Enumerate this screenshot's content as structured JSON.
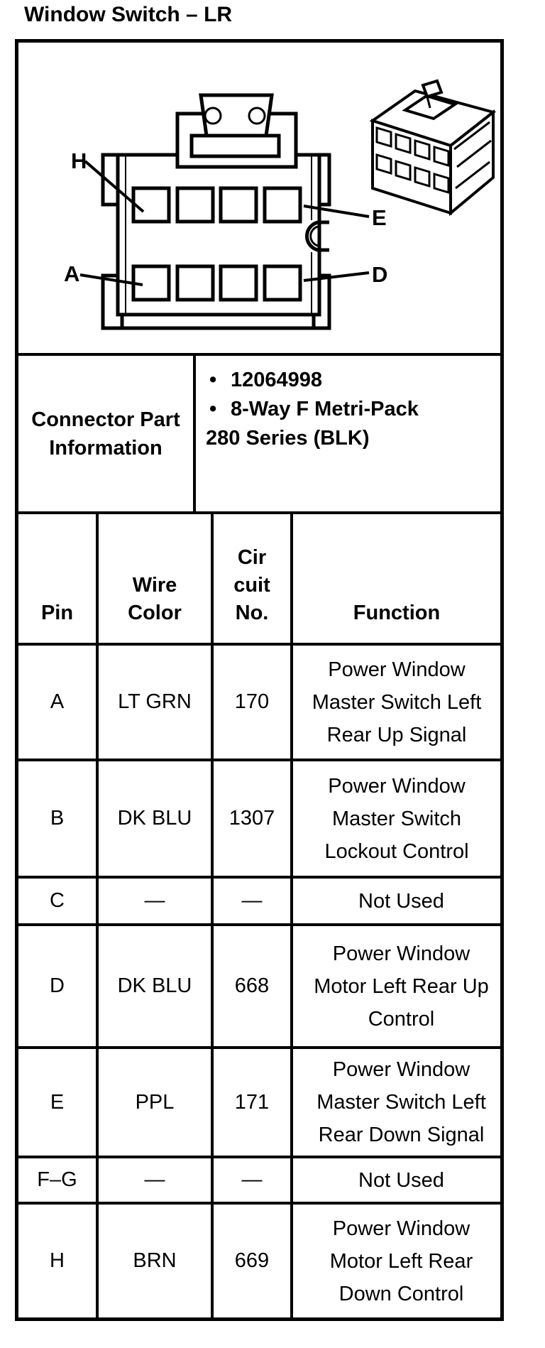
{
  "title": "Window Switch – LR",
  "diagram": {
    "labels": {
      "h": "H",
      "a": "A",
      "e": "E",
      "d": "D"
    }
  },
  "part_info": {
    "heading": "Connector Part\nInformation",
    "bullet_icon": "•",
    "items": [
      "12064998",
      "8-Way F Metri-Pack"
    ],
    "continuation": "280 Series (BLK)"
  },
  "table": {
    "headers": {
      "pin": "Pin",
      "wire_color": "Wire\nColor",
      "circuit_no": "Cir\ncuit\nNo.",
      "function": "Function"
    },
    "rows": [
      {
        "pin": "A",
        "wire_color": "LT GRN",
        "circuit_no": "170",
        "function": "Power Window\nMaster Switch Left\nRear Up Signal"
      },
      {
        "pin": "B",
        "wire_color": "DK BLU",
        "circuit_no": "1307",
        "function": "Power Window\nMaster Switch\nLockout Control"
      },
      {
        "pin": "C",
        "wire_color": "—",
        "circuit_no": "—",
        "function": "Not Used"
      },
      {
        "pin": "D",
        "wire_color": "DK BLU",
        "circuit_no": "668",
        "function": "Power Window\nMotor Left Rear Up\nControl"
      },
      {
        "pin": "E",
        "wire_color": "PPL",
        "circuit_no": "171",
        "function": "Power Window\nMaster Switch Left\nRear Down Signal"
      },
      {
        "pin": "F–G",
        "wire_color": "—",
        "circuit_no": "—",
        "function": "Not Used"
      },
      {
        "pin": "H",
        "wire_color": "BRN",
        "circuit_no": "669",
        "function": "Power Window\nMotor Left Rear\nDown Control"
      }
    ]
  }
}
